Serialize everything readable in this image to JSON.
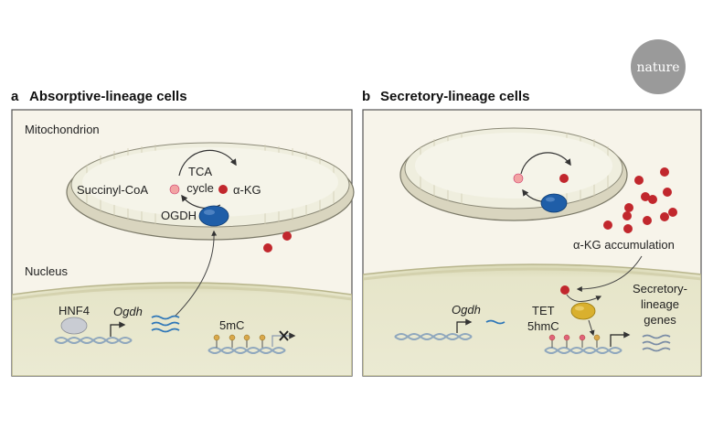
{
  "brand": {
    "logo": "nature",
    "logo_bg": "#9a9a9a"
  },
  "colors": {
    "cell_bg": "#f7f4ea",
    "cell_border": "#555555",
    "mito_fill": "#eeeedd",
    "nucleus_fill": "#e5e4c6",
    "alpha_kg": "#c1272d",
    "succinyl": "#f2a3a3",
    "ogdh": "#1f5ea8",
    "tet": "#d9b02e",
    "hnf4": "#c9ccd3",
    "dna": "#8fa7bd",
    "mrna": "#2f77b8"
  },
  "panel_a": {
    "letter": "a",
    "title": "Absorptive-lineage cells",
    "mitochondrion": "Mitochondrion",
    "tca1": "TCA",
    "tca2": "cycle",
    "succinyl": "Succinyl-CoA",
    "alpha_kg": "α-KG",
    "ogdh": "OGDH",
    "nucleus": "Nucleus",
    "hnf4": "HNF4",
    "ogdh_gene": "Ogdh",
    "methyl": "5mC"
  },
  "panel_b": {
    "letter": "b",
    "title": "Secretory-lineage cells",
    "accumulation": "α-KG accumulation",
    "ogdh_gene": "Ogdh",
    "tet": "TET",
    "hydroxymethyl": "5hmC",
    "genes_line1": "Secretory-",
    "genes_line2": "lineage",
    "genes_line3": "genes"
  }
}
